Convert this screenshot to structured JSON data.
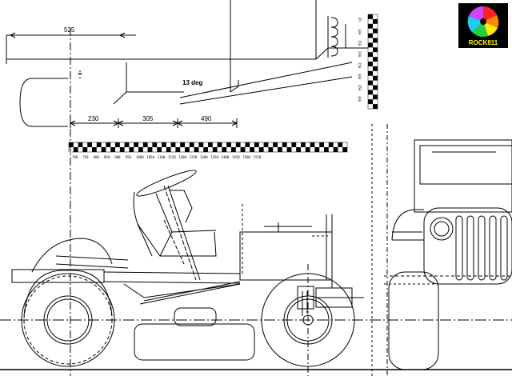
{
  "dimensions": {
    "top_width": "525",
    "angle": "13 deg",
    "seg1": "230",
    "seg2": "305",
    "seg3": "490"
  },
  "ruler": {
    "horizontal_labels": [
      "700",
      "750",
      "800",
      "850",
      "900",
      "950",
      "1000",
      "1050",
      "1100",
      "1150",
      "1200",
      "1250",
      "1300",
      "1350",
      "1400",
      "1450",
      "1500",
      "1550"
    ],
    "vertical_labels": [
      "05",
      "100",
      "150",
      "200",
      "250",
      "300",
      "350",
      "300"
    ]
  },
  "logo": {
    "text": "ROCK811",
    "text_color": "#ffff00",
    "background": "#000000"
  },
  "colors": {
    "line": "#000000",
    "background": "#ffffff"
  }
}
